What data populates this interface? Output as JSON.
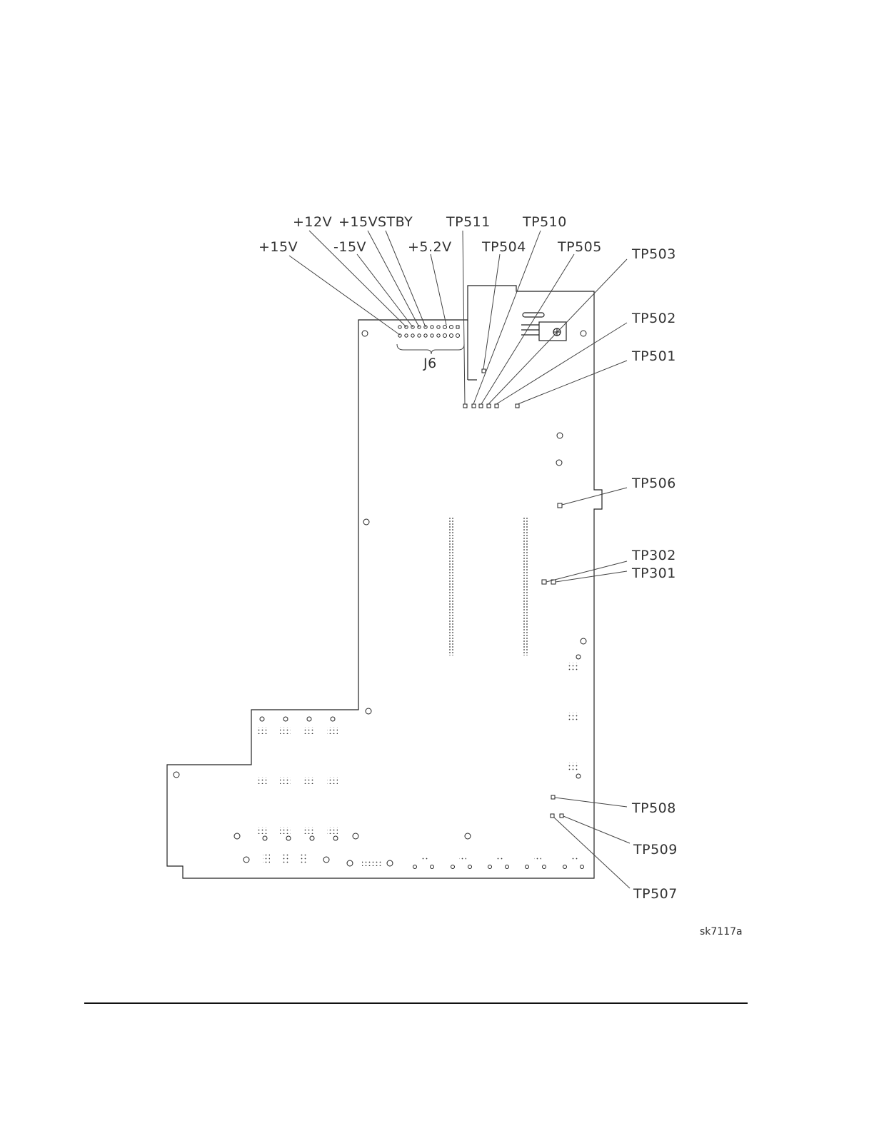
{
  "figure": {
    "labels": {
      "p15a": "+15V",
      "p12": "+12V",
      "m15": "-15V",
      "p15b": "+15V",
      "stby": "STBY",
      "p52": "+5.2V",
      "tp511": "TP511",
      "tp510": "TP510",
      "tp504": "TP504",
      "tp505": "TP505",
      "tp503": "TP503",
      "tp502": "TP502",
      "tp501": "TP501",
      "tp506": "TP506",
      "tp302": "TP302",
      "tp301": "TP301",
      "tp508": "TP508",
      "tp509": "TP509",
      "tp507": "TP507",
      "j6": "J6"
    },
    "reference": "sk7117a"
  }
}
